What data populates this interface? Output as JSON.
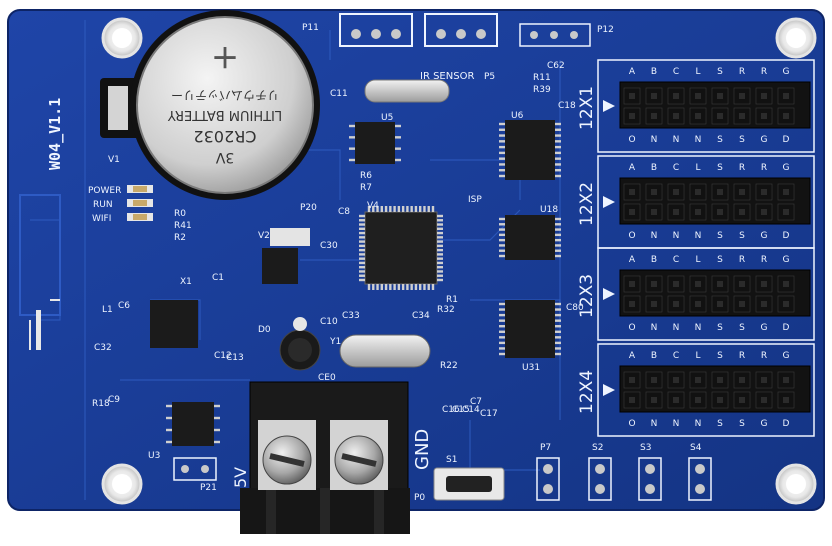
{
  "board": {
    "model": "W04_V1.1",
    "colors": {
      "pcb": "#1a3a9a",
      "pcb_dark": "#0f2a7a",
      "silkscreen": "#eef4ff",
      "header_black": "#121212",
      "terminal_black": "#1a1a1a"
    }
  },
  "battery": {
    "line1": "3V",
    "line2": "CR2032",
    "line3": "LITHIUM BATTERY",
    "line4": "リチウムバッテリー"
  },
  "leds": {
    "labels": [
      "POWER",
      "RUN",
      "WIFI"
    ]
  },
  "components": {
    "refs": [
      "P11",
      "P12",
      "P5",
      "R11",
      "R39",
      "C62",
      "C18",
      "U6",
      "U5",
      "C11",
      "R6",
      "R7",
      "C8",
      "P20",
      "V4",
      "ISP",
      "U18",
      "V1",
      "R0",
      "R41",
      "R2",
      "X1",
      "C1",
      "V2",
      "C30",
      "R1",
      "R32",
      "C80",
      "U31",
      "C10",
      "C33",
      "C34",
      "D0",
      "C12",
      "C13",
      "CE0",
      "Y1",
      "R22",
      "U3",
      "P21",
      "R18",
      "C9",
      "C7",
      "C16",
      "C15",
      "C14",
      "C17",
      "S1",
      "P0",
      "P7",
      "S2",
      "S3",
      "S4",
      "L1",
      "C6",
      "C32"
    ],
    "sensor_label": "IR SENSOR",
    "gnd_label": "GND",
    "vcc_label": "5V"
  },
  "hub_ports": [
    {
      "label": "12X1"
    },
    {
      "label": "12X2"
    },
    {
      "label": "12X3"
    },
    {
      "label": "12X4"
    }
  ],
  "hub_signals": {
    "top": [
      "A",
      "B",
      "C",
      "L",
      "S",
      "R",
      "R",
      "G"
    ],
    "bottom": [
      "O",
      "N",
      "N",
      "N",
      "S",
      "S",
      "G",
      "D"
    ]
  }
}
